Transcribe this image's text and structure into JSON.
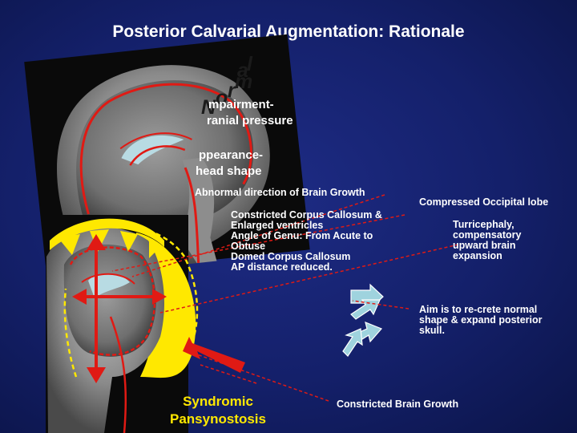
{
  "slide": {
    "title": "Posterior Calvarial Augmentation: Rationale",
    "normal_word": [
      "N",
      "o",
      "r",
      "m",
      "a",
      "l"
    ],
    "partial_text": {
      "impairment": "mpairment-",
      "pressure": "ranial pressure",
      "appearance": "ppearance-",
      "head_shape": "head shape"
    },
    "labels": {
      "brain_growth_direction": "Abnormal direction of Brain Growth",
      "compressed_occipital": "Compressed Occipital lobe",
      "corpus_callosum_list": [
        "Constricted Corpus Callosum &",
        "Enlarged ventricles",
        "Angle of Genu: From Acute to",
        "Obtuse",
        "Domed Corpus Callosum",
        "AP distance reduced."
      ],
      "turricephaly": [
        "Turricephaly,",
        "compensatory",
        "upward brain",
        "expansion"
      ],
      "aim": [
        "Aim is to re-crete normal",
        "shape & expand posterior",
        "skull."
      ],
      "syndromic": [
        "Syndromic",
        "Pansynostosis"
      ],
      "constricted_growth": "Constricted Brain Growth"
    },
    "colors": {
      "background": "#14206a",
      "yellow": "#ffe800",
      "red": "#e01a14",
      "arrow_blue": "#9fd3de",
      "text": "#ffffff"
    }
  }
}
